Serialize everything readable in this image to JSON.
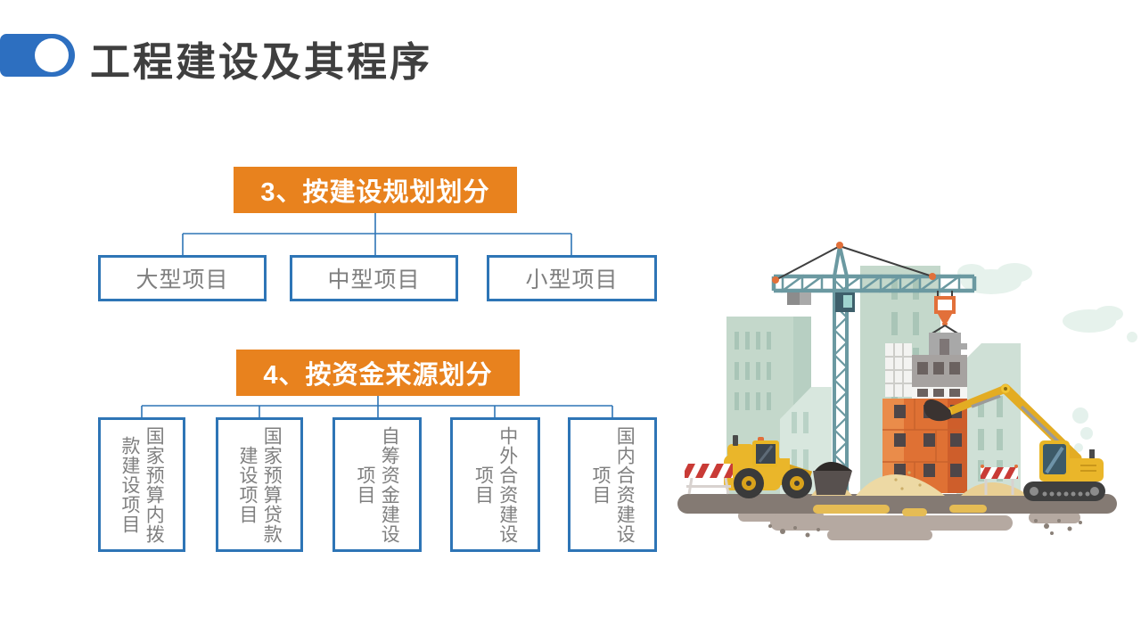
{
  "slide": {
    "title": "工程建设及其程序"
  },
  "theme": {
    "accent_blue": "#2D6FC0",
    "box_border_blue": "#2E75B6",
    "header_orange": "#E8821E",
    "header_text": "#FFFFFF",
    "title_text": "#3F3F3F",
    "box_text": "#7F7F7F",
    "machine_yellow": "#EAB62A",
    "brick_orange": "#DF7134",
    "mint_building": "#C4D8CB",
    "crane_teal": "#6B99A1",
    "ground_taupe": "#847A73",
    "sand_tan": "#EDD9A4",
    "barrier_red": "#C93B36"
  },
  "section3": {
    "header": "3、按建设规划划分",
    "items": [
      {
        "label": "大型项目"
      },
      {
        "label": "中型项目"
      },
      {
        "label": "小型项目"
      }
    ]
  },
  "section4": {
    "header": "4、按资金来源划分",
    "items": [
      {
        "label": "国家预算内拨款建设项目",
        "display": "国家预算内拨\n款建设项目"
      },
      {
        "label": "国家预算贷款建设项目",
        "display": "国家预算贷款\n建设项目"
      },
      {
        "label": "自筹资金建设项目",
        "display": "自筹资金建设\n项目"
      },
      {
        "label": "中外合资建设项目",
        "display": "中外合资建设\n项目"
      },
      {
        "label": "国内合资建设项目",
        "display": "国内合资建设\n项目"
      }
    ]
  },
  "illustration": {
    "name": "construction-site-illustration",
    "elements": [
      "clouds",
      "background-buildings",
      "tower-crane",
      "building-under-construction",
      "sand-piles",
      "ground-road",
      "wheel-loader",
      "excavator",
      "traffic-barriers"
    ]
  }
}
